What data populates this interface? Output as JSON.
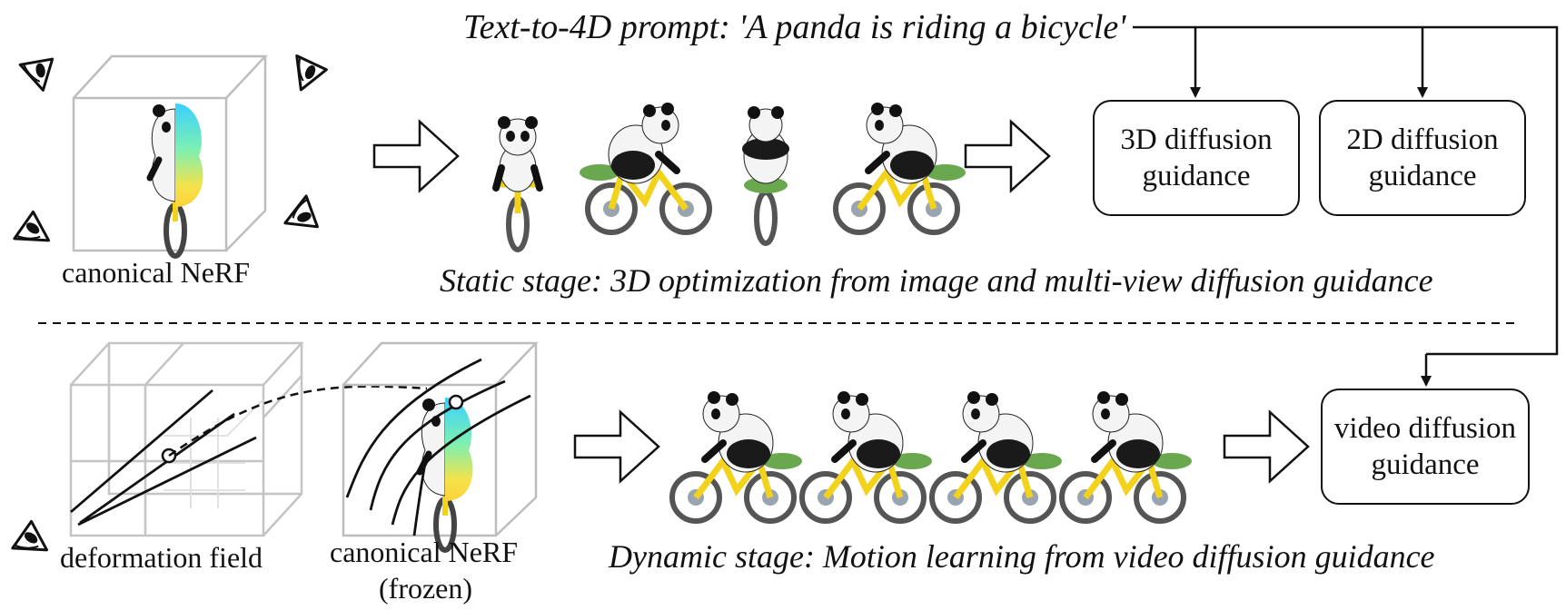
{
  "prompt": "Text-to-4D prompt: 'A panda is riding a bicycle'",
  "static_stage": {
    "canonical_label": "canonical NeRF",
    "caption": "Static stage: 3D optimization from image and multi-view diffusion guidance",
    "guidance_3d": [
      "3D diffusion",
      "guidance"
    ],
    "guidance_2d": [
      "2D diffusion",
      "guidance"
    ]
  },
  "dynamic_stage": {
    "deformation_label": "deformation field",
    "canonical_label": "canonical NeRF",
    "frozen_label": "(frozen)",
    "caption": "Dynamic stage: Motion learning from video diffusion guidance",
    "guidance_video": [
      "video diffusion",
      "guidance"
    ]
  },
  "colors": {
    "line": "#111111",
    "cube": "#bdbdbd",
    "panda_white": "#f2f2f2",
    "bike": "#f2d21b",
    "seat": "#6aa84f"
  }
}
